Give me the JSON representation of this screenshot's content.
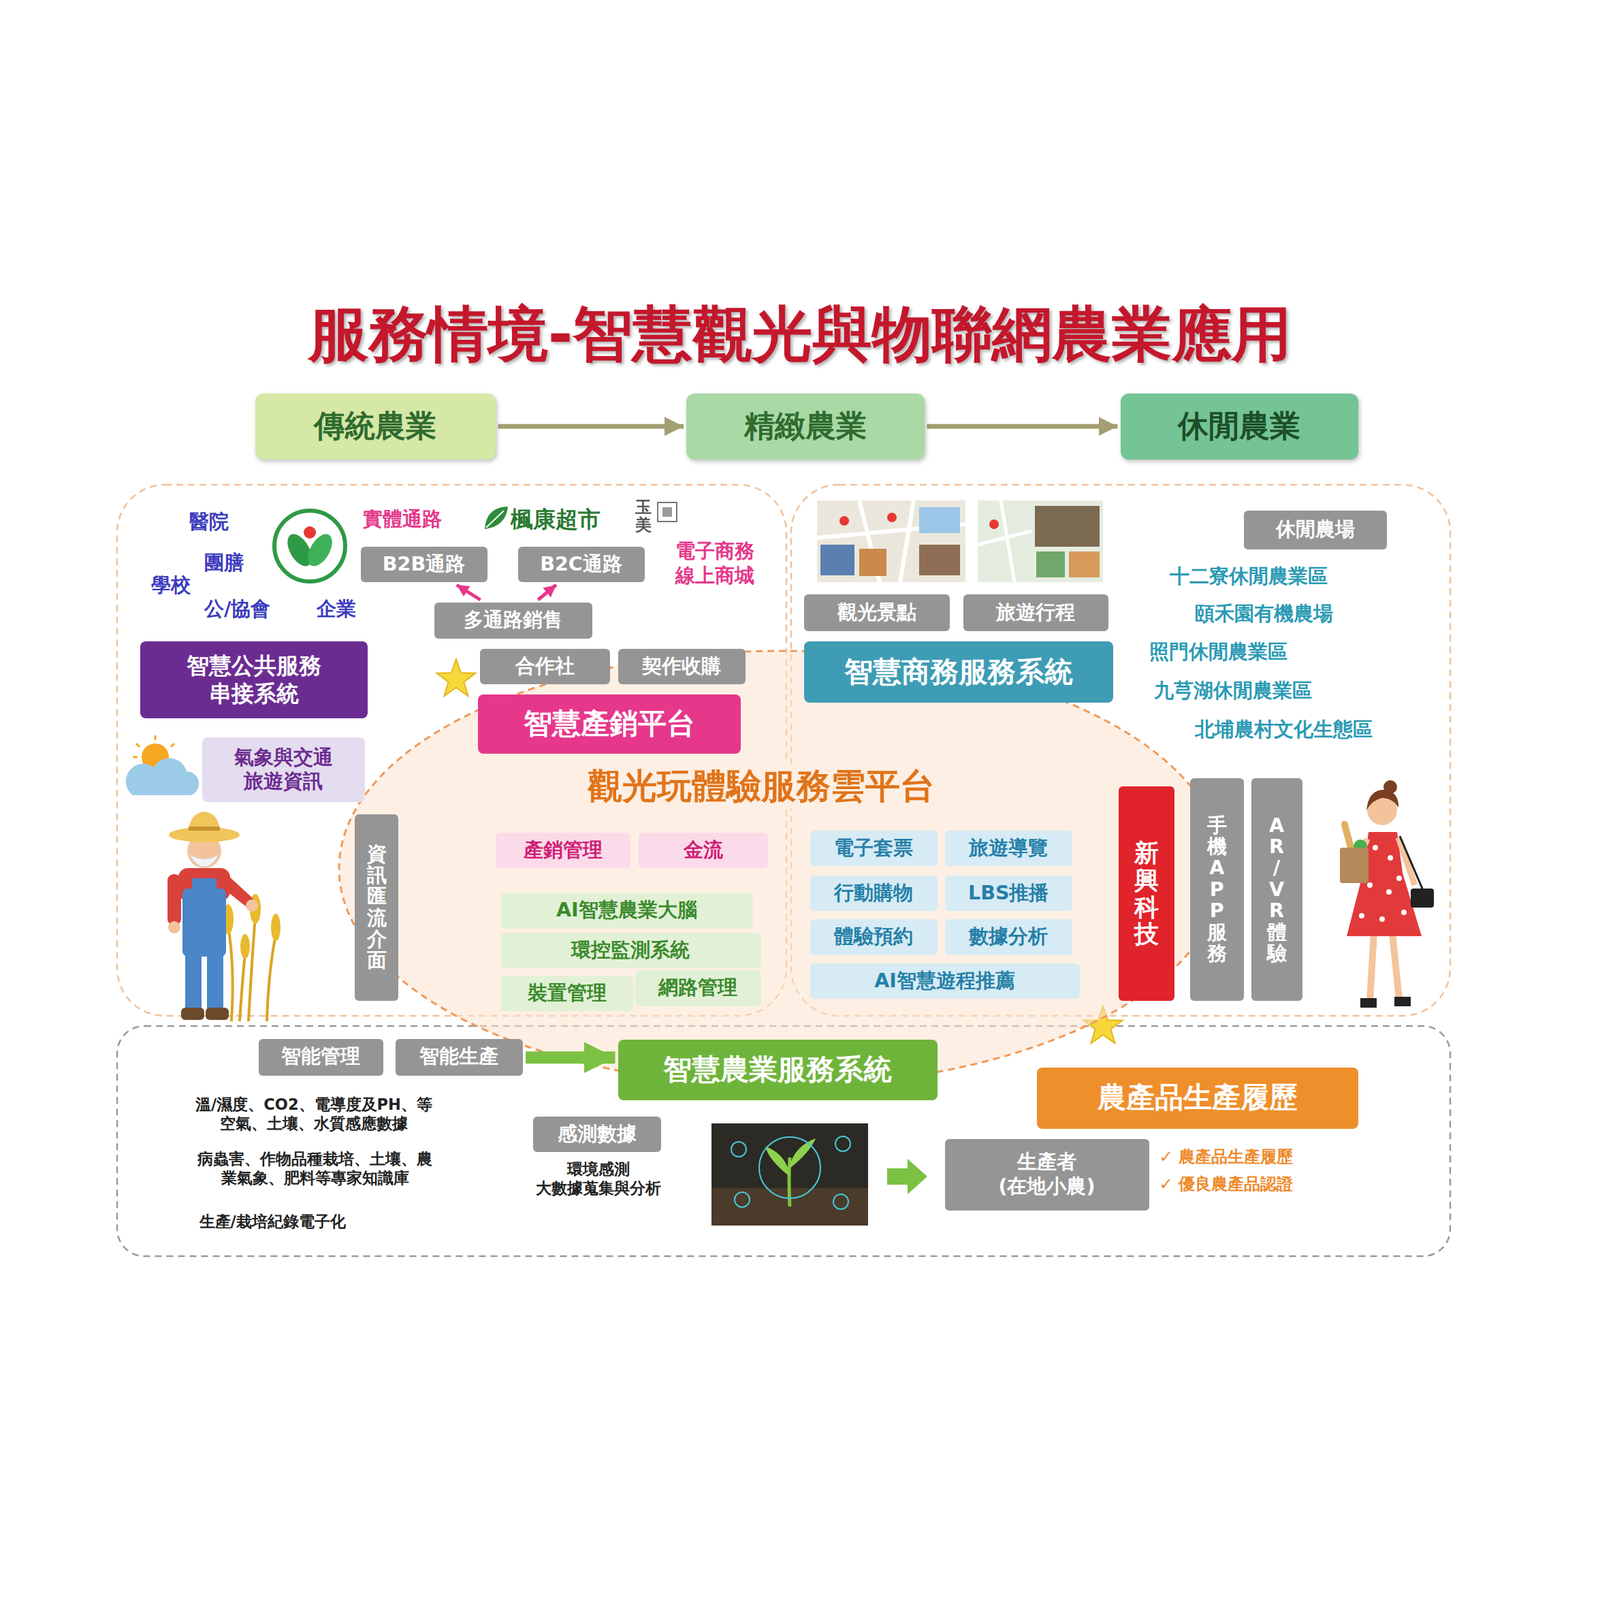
{
  "diagram": {
    "title": "服務情境-智慧觀光與物聯網農業應用",
    "nodes": [
      {
        "text": [
          "傳統農業"
        ]
      },
      {
        "text": [
          "精緻農業"
        ]
      },
      {
        "text": [
          "休閒農業"
        ]
      },
      {
        "text": [
          "B2B通路"
        ]
      },
      {
        "text": [
          "B2C通路"
        ]
      },
      {
        "text": [
          "多通路銷售"
        ]
      },
      {
        "text": [
          "智慧公共服務 串接系統"
        ]
      },
      {
        "text": [
          "合作社"
        ]
      },
      {
        "text": [
          "契作收購"
        ]
      },
      {
        "text": [
          "智慧產銷平台"
        ]
      },
      {
        "text": [
          "氣象與交通 旅遊資訊"
        ]
      },
      {
        "text": [
          "資訊匯流介面"
        ]
      },
      {
        "text": [
          "觀光玩體驗服務雲平台"
        ]
      },
      {
        "text": [
          "產銷管理"
        ],
        "in": 12
      },
      {
        "text": [
          "金流"
        ],
        "in": 12
      },
      {
        "text": [
          "AI智慧農業大腦"
        ],
        "in": 12
      },
      {
        "text": [
          "環控監測系統"
        ],
        "in": 12
      },
      {
        "text": [
          "裝置管理"
        ],
        "in": 12
      },
      {
        "text": [
          "網路管理"
        ],
        "in": 12
      },
      {
        "text": [
          "電子套票"
        ],
        "in": 12
      },
      {
        "text": [
          "旅遊導覽"
        ],
        "in": 12
      },
      {
        "text": [
          "行動購物"
        ],
        "in": 12
      },
      {
        "text": [
          "LBS推播"
        ],
        "in": 12
      },
      {
        "text": [
          "體驗預約"
        ],
        "in": 12
      },
      {
        "text": [
          "數據分析"
        ],
        "in": 12
      },
      {
        "text": [
          "AI智慧遊程推薦"
        ],
        "in": 12
      },
      {
        "text": [
          "觀光景點"
        ]
      },
      {
        "text": [
          "旅遊行程"
        ]
      },
      {
        "text": [
          "智慧商務服務系統"
        ]
      },
      {
        "text": [
          "休閒農場"
        ]
      },
      {
        "text": [
          "新興科技"
        ]
      },
      {
        "text": [
          "手機APP服務"
        ]
      },
      {
        "text": [
          "AR/VR體驗"
        ]
      },
      {
        "text": [
          "智能管理"
        ]
      },
      {
        "text": [
          "智能生產"
        ]
      },
      {
        "text": [
          "智慧農業服務系統"
        ]
      },
      {
        "text": [
          "感測數據"
        ]
      },
      {
        "text": [
          "農產品生產履歷"
        ]
      },
      {
        "text": [
          "生產者 (在地小農)"
        ]
      }
    ],
    "edges": [
      {
        "from": 0,
        "to": 1,
        "arrow": "to"
      },
      {
        "from": 1,
        "to": 2,
        "arrow": "to"
      },
      {
        "from": 5,
        "to": 3,
        "arrow": "to"
      },
      {
        "from": 5,
        "to": 4,
        "arrow": "to"
      },
      {
        "from": 34,
        "to": 35,
        "arrow": "to"
      }
    ],
    "labels": [
      "醫院",
      "團膳",
      "學校",
      "公/協會",
      "企業",
      "實體通路",
      "楓康超市",
      "玉美",
      "電子商務 線上商城",
      "十二寮休閒農業區",
      "頤禾園有機農場",
      "照門休閒農業區",
      "九芎湖休閒農業區",
      "北埔農村文化生態區",
      "溫/濕度、CO2、電導度及PH、等 空氣、土壤、水質感應數據",
      "病蟲害、作物品種栽培、土壤、農 業氣象、肥料等專家知識庫",
      "生產/栽培紀錄電子化",
      "環境感測 大數據蒐集與分析",
      "✓ 農產品生產履歷",
      "✓ 優良農產品認證"
    ]
  }
}
